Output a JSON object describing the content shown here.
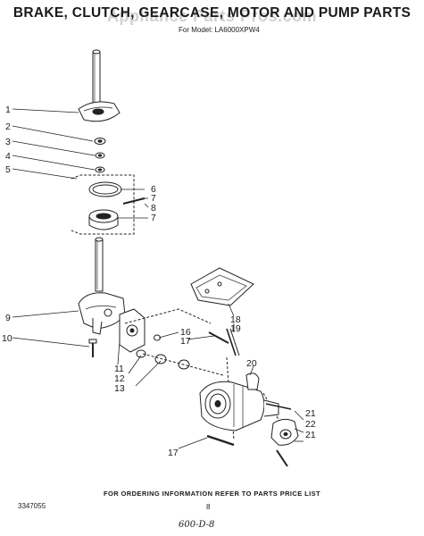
{
  "header": {
    "title": "BRAKE, CLUTCH, GEARCASE, MOTOR AND PUMP PARTS",
    "subtitle": "For Model: LA6000XPW4",
    "watermark": "Appliance Parts Pros.com"
  },
  "callouts": [
    "1",
    "2",
    "3",
    "4",
    "5",
    "6",
    "7",
    "8",
    "7",
    "9",
    "10",
    "11",
    "12",
    "13",
    "16",
    "17",
    "18",
    "19",
    "20",
    "21",
    "22",
    "21",
    "17"
  ],
  "footer": {
    "note": "FOR ORDERING INFORMATION REFER TO PARTS PRICE LIST",
    "doc_number": "3347055",
    "page_number": "8",
    "handwritten": "600-D-8"
  }
}
